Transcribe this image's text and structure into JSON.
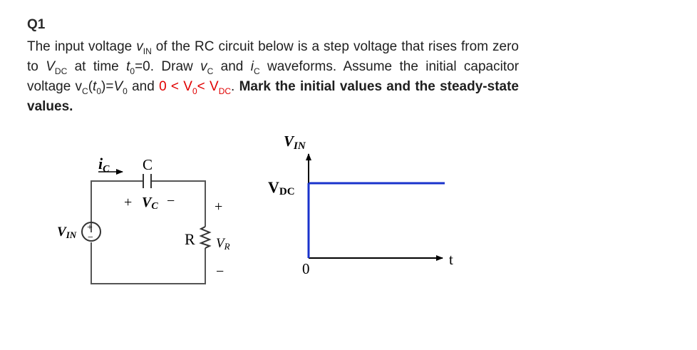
{
  "question": {
    "label": "Q1",
    "line1_a": "The input voltage ",
    "vin_v": "v",
    "vin_sub": "IN",
    "line1_b": " of the RC circuit below is a step voltage that rises from zero to ",
    "vdc_v": "V",
    "vdc_sub": "DC",
    "line2_b": " at time ",
    "t0_t": "t",
    "t0_sub": "0",
    "line2_c": "=0. Draw ",
    "vc_v": "v",
    "vc_sub": "C",
    "line2_d": " and ",
    "ic_i": "i",
    "ic_sub": "C",
    "line2_e": " waveforms. Assume the initial capacitor voltage ",
    "cond_v": "v",
    "cond_vsub": "C",
    "cond_open": "(",
    "cond_t": "t",
    "cond_tsub": "0",
    "cond_close": ")=",
    "cond_V": "V",
    "cond_Vsub": "0",
    "line3_and": " and ",
    "ineq": "0 < V",
    "ineq_sub": "0",
    "ineq_mid": "< V",
    "ineq_sub2": "DC",
    "period": ".",
    "bold_text": " Mark the initial values and the steady-state values."
  },
  "circuit": {
    "ic_label": "i",
    "ic_sub": "C",
    "cap_label": "C",
    "vc_plus": "+",
    "vc_label": "V",
    "vc_sub": "C",
    "vc_minus": "−",
    "vin_label": "V",
    "vin_sub": "IN",
    "source_plus": "+",
    "source_minus": "−",
    "r_label": "R",
    "vr_label": "V",
    "vr_sub": "R",
    "vr_plus": "+",
    "vr_minus": "−"
  },
  "graph": {
    "y_axis_label": "V",
    "y_axis_sub": "IN",
    "level_label": "V",
    "level_sub": "DC",
    "origin_label": "0",
    "x_axis_label": "t",
    "step_color": "#1a33cc",
    "axis_color": "#000000"
  }
}
